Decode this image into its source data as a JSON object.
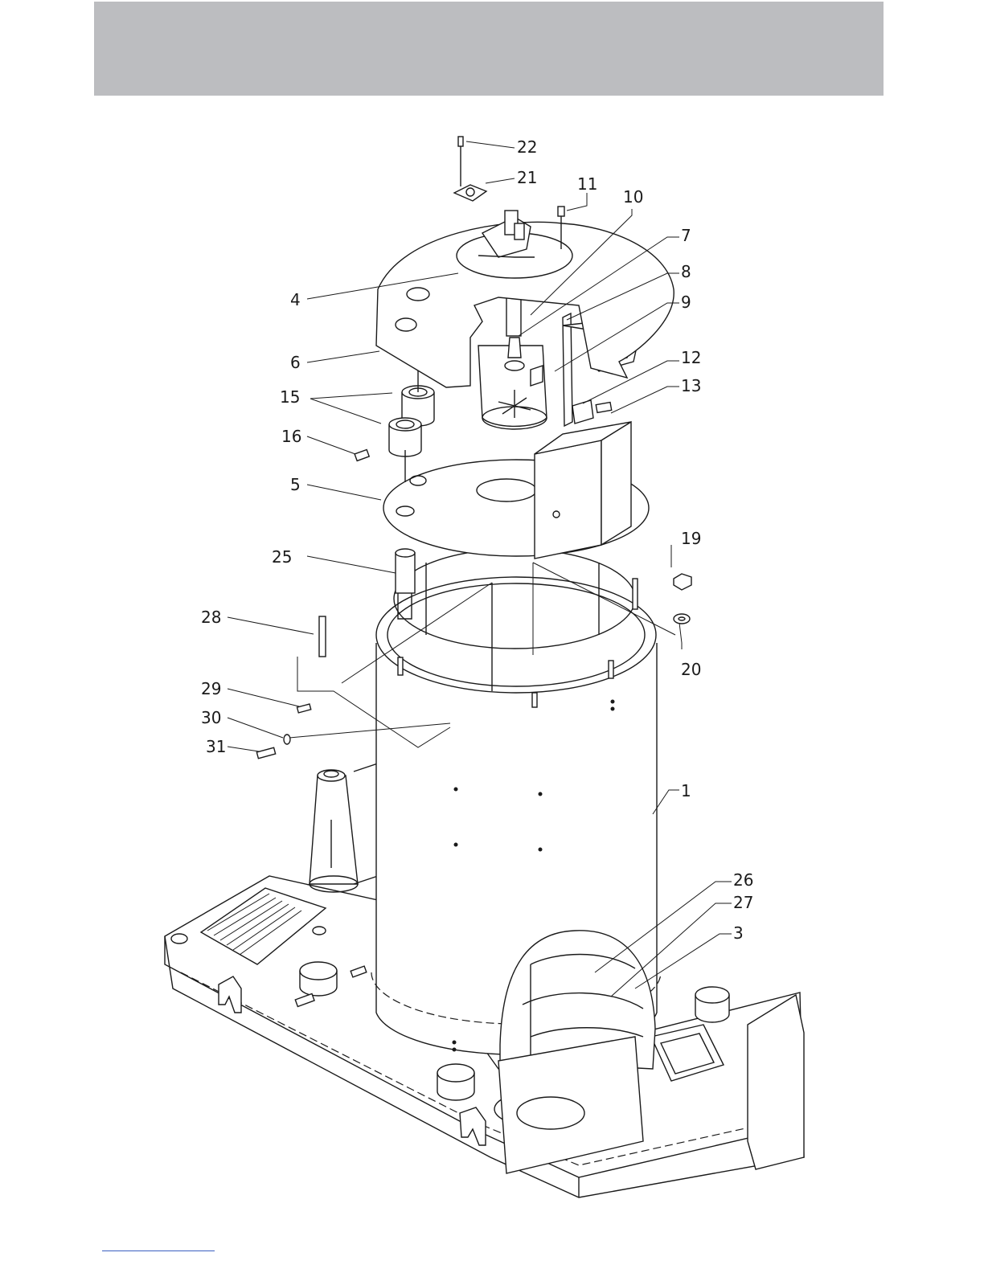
{
  "header": {
    "color": "#bcbdc0"
  },
  "callouts": {
    "c1": "1",
    "c3": "3",
    "c4": "4",
    "c5": "5",
    "c6": "6",
    "c7": "7",
    "c8": "8",
    "c9": "9",
    "c10": "10",
    "c11": "11",
    "c12": "12",
    "c13": "13",
    "c15": "15",
    "c16": "16",
    "c19": "19",
    "c20": "20",
    "c21": "21",
    "c22": "22",
    "c25": "25",
    "c26": "26",
    "c27": "27",
    "c28": "28",
    "c29": "29",
    "c30": "30",
    "c31": "31"
  }
}
